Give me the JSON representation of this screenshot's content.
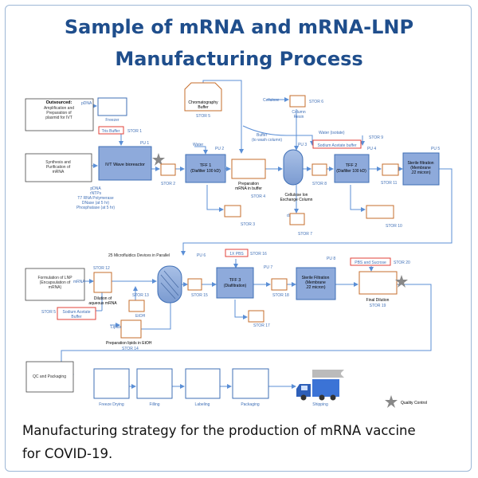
{
  "title_line1": "Sample of mRNA and mRNA-LNP",
  "title_line2": "Manufacturing Process",
  "caption_line1": "Manufacturing strategy for the production of mRNA vaccine",
  "caption_line2": "for COVID-19.",
  "colors": {
    "title": "#1f4e8c",
    "box_border": "#3f6fb6",
    "vessel_fill": "#8eaadb",
    "arrow": "#5b8fd6",
    "red": "#e0413a",
    "orange_box": "#c66d2b"
  },
  "diagram": {
    "outsourced": "Outsourced:",
    "outsourced_desc": [
      "Amplification and",
      "Preparation of",
      "plasmid for IVT"
    ],
    "pdna": "pDNA",
    "freezer": "Freezer",
    "chromatography_buffer": [
      "Chromatography",
      "Buffer"
    ],
    "stor5": "STOR 5",
    "cellulose": "Cellulose",
    "stor6": "STOR 6",
    "column_resin": [
      "Column",
      "Resin"
    ],
    "tris_buffer": "Tris Buffer",
    "stor1": "STOR 1",
    "pu1": "PU 1",
    "synthesis": [
      "Synthesis and",
      "Purification of",
      "mRNA"
    ],
    "ivt": "IVT Wave bioreactor",
    "stor2": "STOR 2",
    "water1": "Water",
    "pu2": "PU 2",
    "tff1": [
      "TFF 1",
      "(Diafilter 100 kD)"
    ],
    "buffer_wash": [
      "Buffer",
      "(to wash column)"
    ],
    "prep_mrna": [
      "Preparation",
      "mRNA in buffer"
    ],
    "stor4": "STOR 4",
    "cellulose_col": [
      "Cellulose Ion",
      "Exchange Column"
    ],
    "pu3": "PU 3",
    "water_iso": "Water (isotate)",
    "stor9": "STOR 9",
    "sodium_acetate": "Sodium Acetate buffer",
    "pu4": "PU 4",
    "tff2": [
      "TFF 2",
      "(Diafilter 100 kD)"
    ],
    "stor8": "STOR 8",
    "stor11": "STOR 11",
    "pu5": "PU 5",
    "sterile1": [
      "Sterile filtration",
      "(Membrane",
      ".22 micron)"
    ],
    "reagents": [
      "pDNA",
      "rNTPs",
      "T7 RNA Polymerase",
      "DNase (at 5 hr)",
      "Phosphatase (at 5 hr)"
    ],
    "stor3": "STOR 3",
    "dsrna": "dsRNA",
    "stor7": "STOR 7",
    "stor10": "STOR 10",
    "microfluidics": "25 Microfluidics Devices in Parallel",
    "pu6": "PU 6",
    "pbs1x": "1X PBS",
    "stor16": "STOR 16",
    "pu7": "PU 7",
    "pu8": "PU 8",
    "pbs_sucrose": "PBS and Sucrose",
    "stor20": "STOR 20",
    "formulation": [
      "Formulation of LNP",
      "(Encapsulation of",
      "mRNA)"
    ],
    "mrna": "mRNA",
    "stor12": "STOR 12",
    "dilution": [
      "Dilution of",
      "aqueous mRNA"
    ],
    "stor13": "STOR 13",
    "stor15": "STOR 15",
    "tff3": [
      "TFF 3",
      "(Diafiltration)"
    ],
    "stor18": "STOR 18",
    "sterile2": [
      "Sterile Filtration",
      "(Membrane",
      ".22 micron)"
    ],
    "final_dilution": "Final Dilution",
    "stor19": "STOR 19",
    "stor17": "STOR 17",
    "etoh": "EtOH",
    "stor14": "STOR 14",
    "prep_lipids": "Preparation lipids in EtOH",
    "lipids": "Lipids",
    "stor5b": "STOR 5",
    "sodium_acetate2": [
      "Sodium Acetate",
      "Buffer"
    ],
    "qc": "QC and Packaging",
    "freeze_drying": "Freeze Drying",
    "filling": "Filling",
    "labeling": "Labeling",
    "packaging": "Packaging",
    "shipping": "Shipping",
    "quality_control": "Quality Control"
  }
}
